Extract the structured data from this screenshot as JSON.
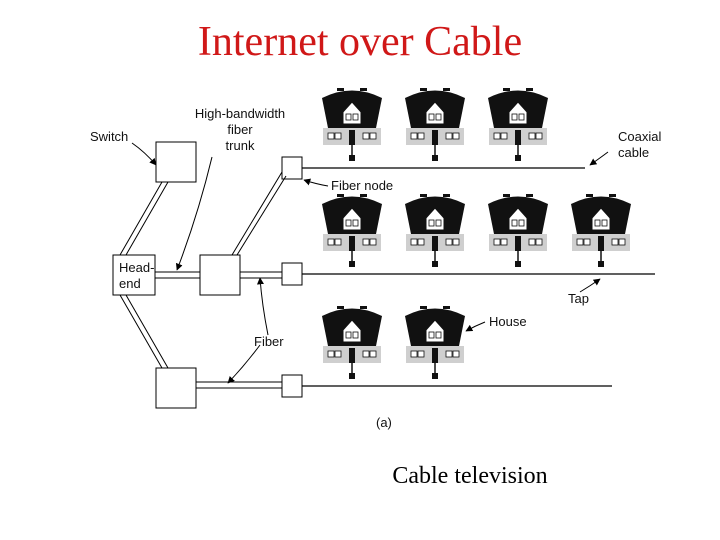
{
  "slide": {
    "title": "Internet over Cable",
    "caption": "Cable television"
  },
  "diagram": {
    "labels": {
      "switch": "Switch",
      "trunk_1": "High-bandwidth",
      "trunk_2": "fiber",
      "trunk_3": "trunk",
      "coaxial_1": "Coaxial",
      "coaxial_2": "cable",
      "fiber_node": "Fiber node",
      "headend_1": "Head-",
      "headend_2": "end",
      "tap": "Tap",
      "house": "House",
      "fiber": "Fiber",
      "subfigure": "(a)"
    },
    "rows": [
      {
        "houses": 3
      },
      {
        "houses": 4
      },
      {
        "houses": 2
      }
    ]
  }
}
